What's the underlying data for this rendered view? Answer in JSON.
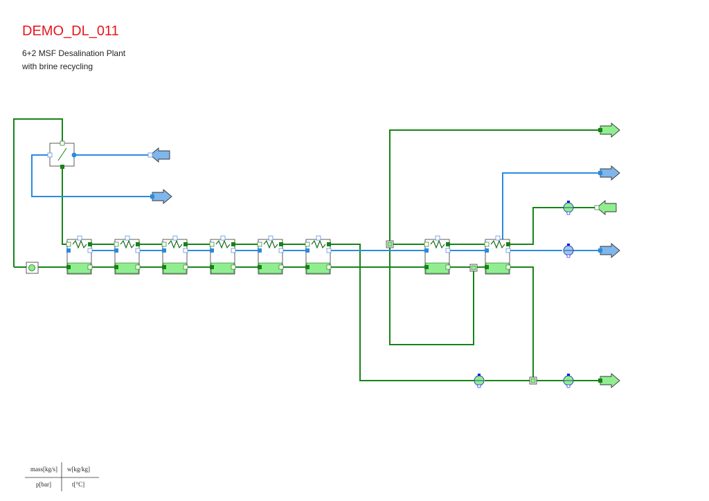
{
  "header": {
    "title": "DEMO_DL_011",
    "subtitle_line1": "6+2 MSF Desalination Plant",
    "subtitle_line2": "with brine recycling"
  },
  "legend": {
    "top_left": "mass[kg/s]",
    "top_right": "w[kg/kg]",
    "bottom_left": "p[bar]",
    "bottom_right": "t[°C]"
  },
  "colors": {
    "title": "#e8141c",
    "brine_line": "#168316",
    "water_line": "#2a8ae0",
    "stage_fill": "#90ee90",
    "outlet_green": "#90ee90",
    "outlet_blue": "#7fb6ec",
    "connector_blue": "#0000ff"
  },
  "diagram": {
    "recovery_stages": 6,
    "rejection_stages": 2,
    "icons": [
      "mixer-icon",
      "splitter-icon",
      "pump-icon",
      "heat-exchanger-icon",
      "outlet-arrow-icon",
      "inlet-arrow-icon"
    ]
  }
}
